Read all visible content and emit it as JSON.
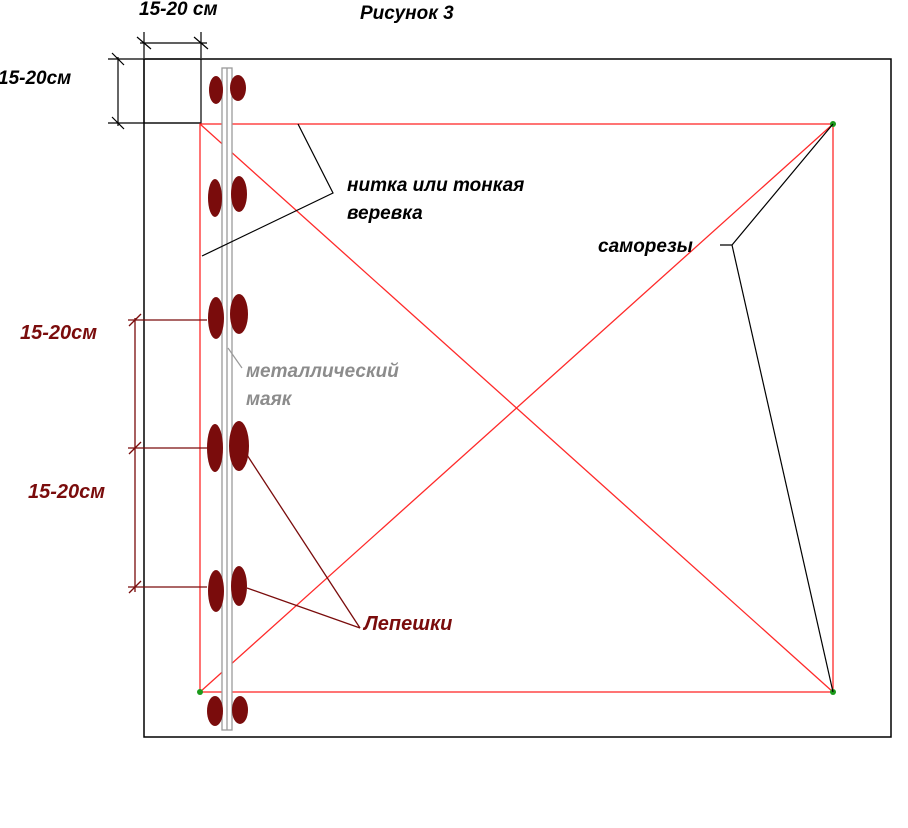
{
  "title": "Рисунок 3",
  "labels": {
    "top_dimension": "15-20 см",
    "left_top_dimension": "15-20см",
    "string_line1": "нитка или тонкая",
    "string_line2": "веревка",
    "screws": "саморезы",
    "beacon_line1": "металлический",
    "beacon_line2": "маяк",
    "spacing_upper": "15-20см",
    "spacing_lower": "15-20см",
    "blobs": "Лепешки"
  },
  "colors": {
    "outline": "#000000",
    "string": "#ff2a2a",
    "blob": "#7a0c0c",
    "screw": "#1a9a1a",
    "beacon": "#9a9a9a"
  }
}
